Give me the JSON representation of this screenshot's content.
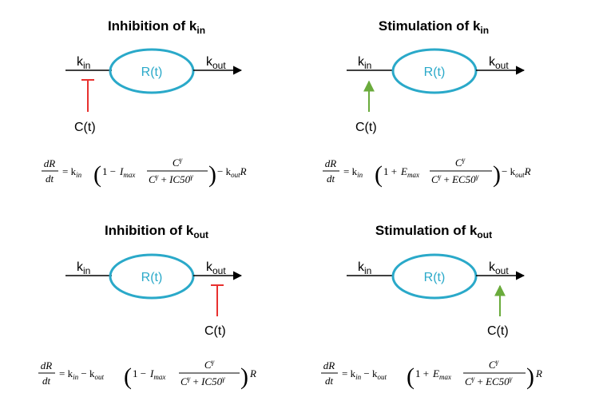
{
  "colors": {
    "ellipse": "#2aa9c9",
    "inhibit": "#e8312f",
    "stimulate": "#6aab3c",
    "arrow": "#000000"
  },
  "panels": [
    {
      "title_main": "Inhibition of k",
      "title_sub": "in",
      "effect": "inhibition",
      "target": "in",
      "effect_symbol": "I",
      "effect_sub": "max",
      "sign": "1 − ",
      "potency": "IC50",
      "eq_head": "= k",
      "eq_head_sub": "in",
      "eq_tail": " − k",
      "eq_tail_sub": "out",
      "eq_tail_end": "R"
    },
    {
      "title_main": "Stimulation of k",
      "title_sub": "in",
      "effect": "stimulation",
      "target": "in",
      "effect_symbol": "E",
      "effect_sub": "max",
      "sign": "1 + ",
      "potency": "EC50",
      "eq_head": "= k",
      "eq_head_sub": "in",
      "eq_tail": " − k",
      "eq_tail_sub": "out",
      "eq_tail_end": "R"
    },
    {
      "title_main": "Inhibition of k",
      "title_sub": "out",
      "effect": "inhibition",
      "target": "out",
      "effect_symbol": "I",
      "effect_sub": "max",
      "sign": "1 − ",
      "potency": "IC50",
      "eq_head": "= k",
      "eq_head_sub": "in",
      "eq_mid": " − k",
      "eq_mid_sub": "out",
      "eq_tail_end": "R"
    },
    {
      "title_main": "Stimulation of k",
      "title_sub": "out",
      "effect": "stimulation",
      "target": "out",
      "effect_symbol": "E",
      "effect_sub": "max",
      "sign": "1 + ",
      "potency": "EC50",
      "eq_head": "= k",
      "eq_head_sub": "in",
      "eq_mid": " − k",
      "eq_mid_sub": "out",
      "eq_tail_end": "R"
    }
  ],
  "labels": {
    "k": "k",
    "in": "in",
    "out": "out",
    "response": "R(t)",
    "conc": "C(t)",
    "dR": "dR",
    "dt": "dt",
    "C": "C",
    "gamma": "γ",
    "plus": " + "
  }
}
